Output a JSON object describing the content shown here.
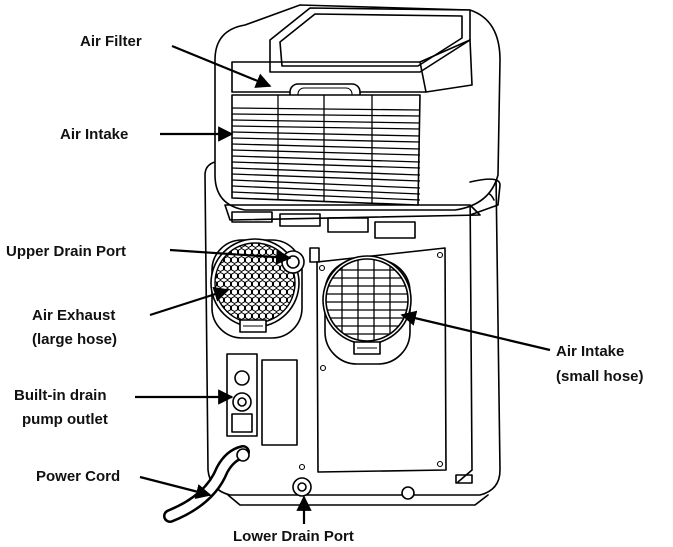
{
  "diagram": {
    "labels": {
      "air_filter": "Air Filter",
      "air_intake_top": "Air Intake",
      "upper_drain_port": "Upper Drain Port",
      "air_exhaust_line1": "Air Exhaust",
      "air_exhaust_line2": "(large hose)",
      "builtin_drain_line1": "Built-in drain",
      "builtin_drain_line2": "pump outlet",
      "power_cord": "Power Cord",
      "lower_drain_port": "Lower Drain Port",
      "air_intake_right_line1": "Air Intake",
      "air_intake_right_line2": "(small hose)"
    }
  }
}
